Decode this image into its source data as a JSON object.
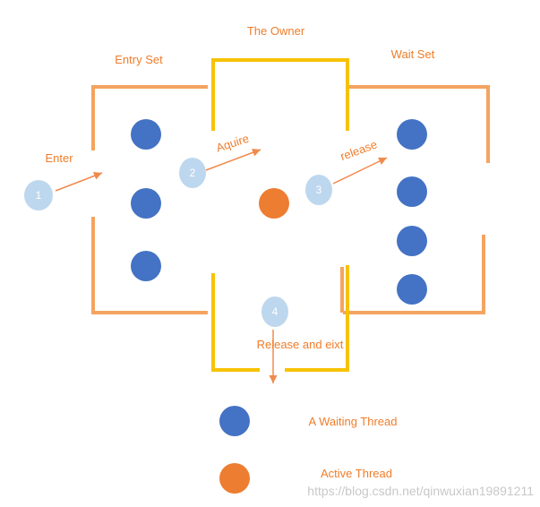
{
  "labels": {
    "owner": "The Owner",
    "entry_set": "Entry Set",
    "wait_set": "Wait Set",
    "enter": "Enter",
    "aquire": "Aquire",
    "release": "release",
    "release_exit": "Release and eixt"
  },
  "steps": [
    "1",
    "2",
    "3",
    "4"
  ],
  "legend": {
    "waiting": "A Waiting Thread",
    "active": "Active Thread"
  },
  "watermark": "https://blog.csdn.net/qinwuxian19891211",
  "colors": {
    "room_border": "#f4a460",
    "owner_border": "#f7c200",
    "arrow": "#f08a4b",
    "label_text": "#ef7d2a",
    "waiting_thread": "#4472c4",
    "active_thread": "#ed7d31",
    "step_marker": "#bdd7ee"
  }
}
